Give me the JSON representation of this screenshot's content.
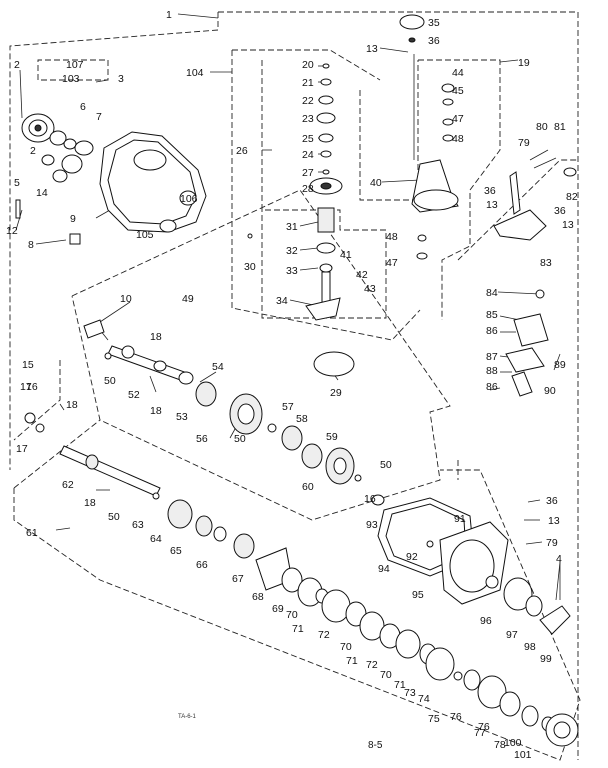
{
  "callouts": {
    "c1": "1",
    "c2": "2",
    "c2b": "2",
    "c3": "3",
    "c4": "4",
    "c5": "5",
    "c6": "6",
    "c7": "7",
    "c8": "8",
    "c9": "9",
    "c10": "10",
    "c12": "12",
    "c13a": "13",
    "c13b": "13",
    "c13c": "13",
    "c13d": "13",
    "c14": "14",
    "c15": "15",
    "c16a": "16",
    "c16b": "16",
    "c17a": "17",
    "c17b": "17",
    "c18a": "18",
    "c18b": "18",
    "c18c": "18",
    "c18d": "18",
    "c19": "19",
    "c20": "20",
    "c21": "21",
    "c22": "22",
    "c23": "23",
    "c24": "24",
    "c25": "25",
    "c26": "26",
    "c27": "27",
    "c28": "28",
    "c29": "29",
    "c30": "30",
    "c31": "31",
    "c32": "32",
    "c33": "33",
    "c34": "34",
    "c35": "35",
    "c36a": "36",
    "c36b": "36",
    "c36c": "36",
    "c36d": "36",
    "c40": "40",
    "c41": "41",
    "c42": "42",
    "c43": "43",
    "c44": "44",
    "c45": "45",
    "c47a": "47",
    "c47b": "47",
    "c48a": "48",
    "c48b": "48",
    "c49": "49",
    "c50a": "50",
    "c50b": "50",
    "c50c": "50",
    "c50d": "50",
    "c52": "52",
    "c53": "53",
    "c54": "54",
    "c56": "56",
    "c57": "57",
    "c58": "58",
    "c59": "59",
    "c60": "60",
    "c61": "61",
    "c62": "62",
    "c63": "63",
    "c64": "64",
    "c65": "65",
    "c66": "66",
    "c67": "67",
    "c68": "68",
    "c69": "69",
    "c70a": "70",
    "c70b": "70",
    "c70c": "70",
    "c71a": "71",
    "c71b": "71",
    "c71c": "71",
    "c72a": "72",
    "c72b": "72",
    "c73": "73",
    "c74": "74",
    "c75": "75",
    "c76a": "76",
    "c76b": "76",
    "c77": "77",
    "c78": "78",
    "c79a": "79",
    "c79b": "79",
    "c80": "80",
    "c81": "81",
    "c82": "82",
    "c83": "83",
    "c84": "84",
    "c85": "85",
    "c86a": "86",
    "c86b": "86",
    "c87": "87",
    "c88": "88",
    "c89": "89",
    "c90": "90",
    "c91": "91",
    "c92": "92",
    "c93": "93",
    "c94": "94",
    "c95": "95",
    "c96": "96",
    "c97": "97",
    "c98": "98",
    "c99": "99",
    "c100": "100",
    "c101": "101",
    "c103": "103",
    "c104": "104",
    "c105": "105",
    "c106": "106",
    "c107": "107"
  },
  "drawing_code": "TA-6-1",
  "page_number": "8-5"
}
